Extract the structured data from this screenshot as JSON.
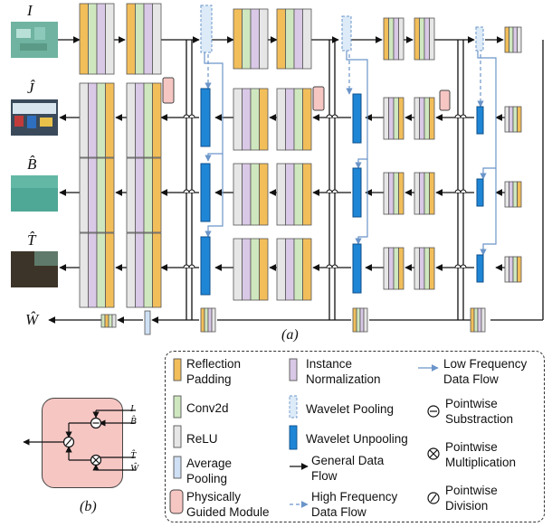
{
  "rows": [
    {
      "label": "I"
    },
    {
      "label": "Ĵ"
    },
    {
      "label": "B̂"
    },
    {
      "label": "T̂"
    },
    {
      "label": "Ŵ"
    }
  ],
  "subfigs": {
    "a": "(a)",
    "b": "(b)"
  },
  "pgm_inputs": [
    "I",
    "B̂",
    "T̂",
    "Ŵ"
  ],
  "legend": [
    {
      "label": "Reflection\nPadding",
      "icon": "reflection-padding"
    },
    {
      "label": "Instance\nNormalization",
      "icon": "instance-normalization"
    },
    {
      "label": "Low Frequency\nData Flow",
      "icon": "low-frequency-arrow"
    },
    {
      "label": "Conv2d",
      "icon": "conv2d"
    },
    {
      "label": "Wavelet Pooling",
      "icon": "wavelet-pooling"
    },
    {
      "label": "Pointwise\nSubstraction",
      "icon": "minus-circle"
    },
    {
      "label": "ReLU",
      "icon": "relu"
    },
    {
      "label": "Wavelet Unpooling",
      "icon": "wavelet-unpooling"
    },
    {
      "label": "Pointwise\nMultiplication",
      "icon": "times-circle"
    },
    {
      "label": "Average\nPooling",
      "icon": "average-pooling"
    },
    {
      "label": "General Data\nFlow",
      "icon": "general-arrow"
    },
    {
      "label": "Pointwise\nDivision",
      "icon": "slash-circle"
    },
    {
      "label": "Physically\nGuided Module",
      "icon": "physically-guided-module"
    },
    {
      "label": "High Frequency\nData Flow",
      "icon": "high-frequency-arrow"
    }
  ],
  "colors": {
    "reflection_padding": "#f2be5a",
    "conv2d": "#cfe7bf",
    "instance_norm": "#d9c8e6",
    "relu": "#e6e6e6",
    "average_pool": "#cfe0f5",
    "wavelet_pool": "#ddebf8",
    "wavelet_unpool": "#1f86d6",
    "pgm": "#f6c6c3",
    "flow_arrow": "#6b95c9"
  }
}
